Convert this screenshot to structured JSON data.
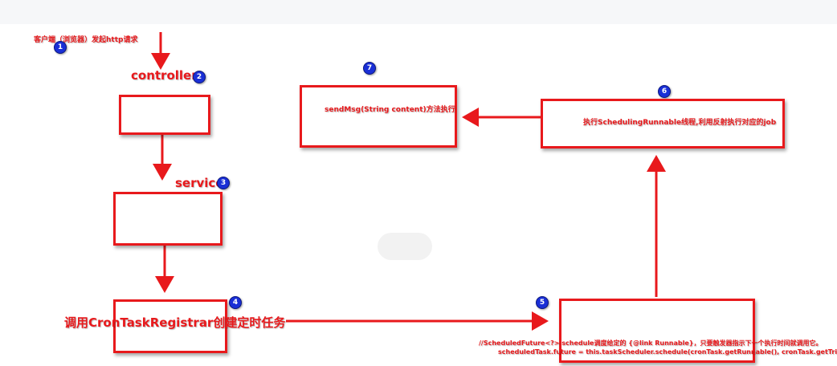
{
  "steps": {
    "client_request": "客户端（浏览器）发起http请求",
    "controller": "controller",
    "service": "service",
    "registrar": "调用CronTaskRegistrar创建定时任务",
    "schedule_line1": "//ScheduledFuture<?> schedule调度给定的 {@link Runnable}，只要触发器指示下一个执行时间就调用它。",
    "schedule_line2": "scheduledTask.future = this.taskScheduler.schedule(cronTask.getRunnable(), cronTask.getTrigger());",
    "runnable": "执行SchedulingRunnable线程,利用反射执行对应的job",
    "sendmsg": "sendMsg(String content)方法执行"
  },
  "badges": [
    "1",
    "2",
    "3",
    "4",
    "5",
    "6",
    "7"
  ],
  "colors": {
    "accent": "#e8191c",
    "badge": "#1a2fd6"
  }
}
